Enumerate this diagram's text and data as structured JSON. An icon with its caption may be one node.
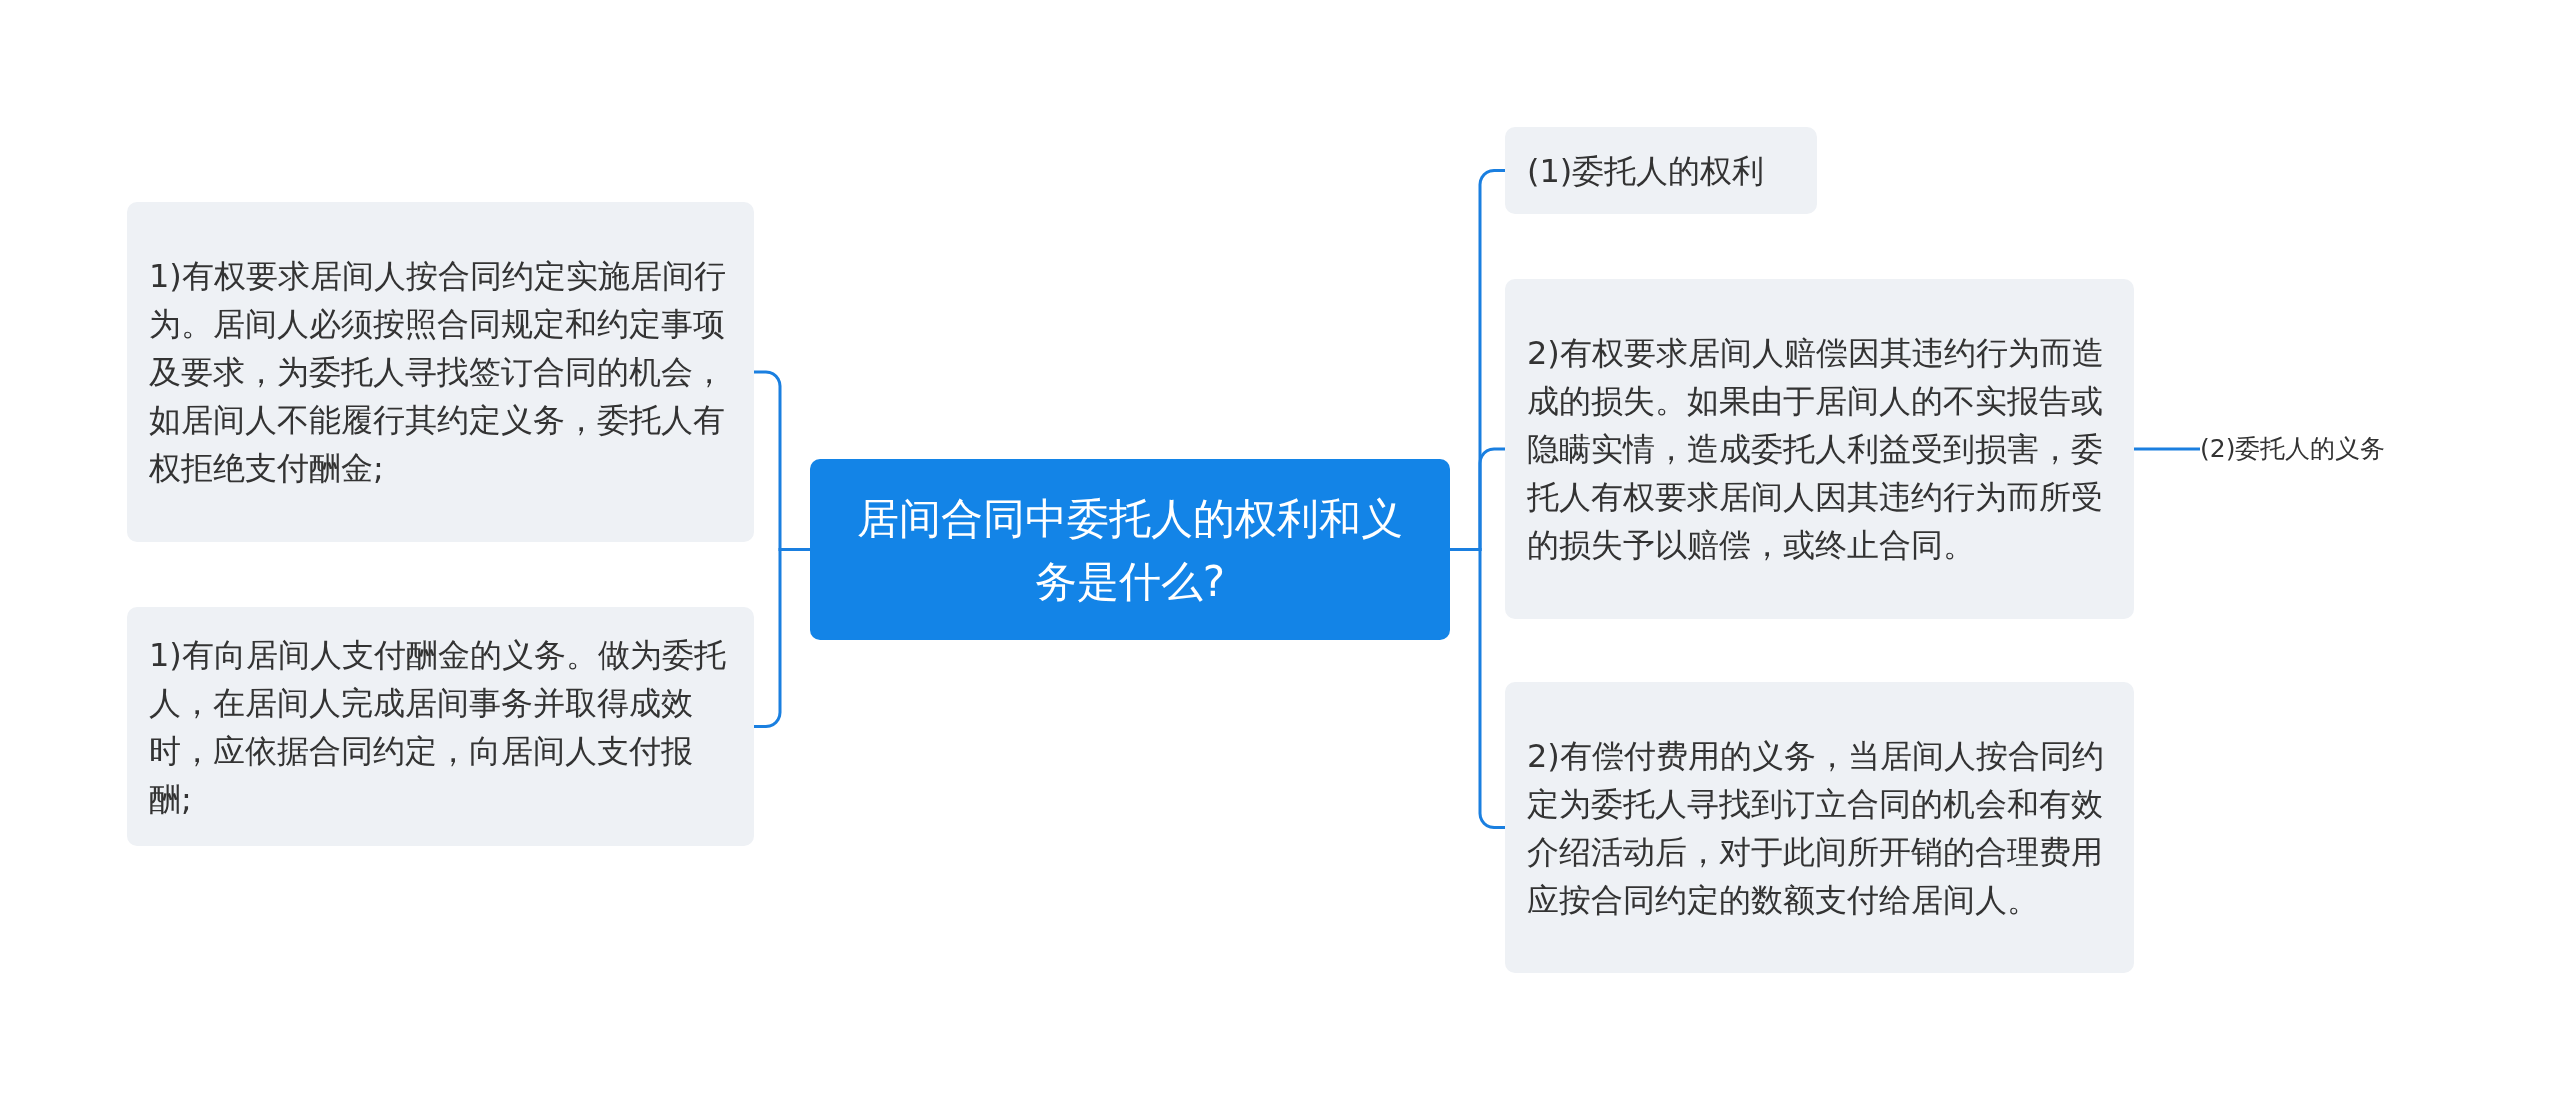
{
  "diagram": {
    "nodes": [
      {
        "text": [
          "居间合同中委托人的权利和义务是什么?"
        ]
      },
      {
        "text": [
          "1)有权要求居间人按合同约定实施居间行为。居间人必须按照合同规定和约定事项及要求，为委托人寻找签订合同的机会，如居间人不能履行其约定义务，委托人有权拒绝支付酬金;"
        ]
      },
      {
        "text": [
          "1)有向居间人支付酬金的义务。做为委托人，在居间人完成居间事务并取得成效时，应依据合同约定，向居间人支付报酬;"
        ]
      },
      {
        "text": [
          "(1)委托人的权利"
        ]
      },
      {
        "text": [
          "2)有权要求居间人赔偿因其违约行为而造成的损失。如果由于居间人的不实报告或隐瞒实情，造成委托人利益受到损害，委托人有权要求居间人因其违约行为而所受的损失予以赔偿，或终止合同。"
        ]
      },
      {
        "text": [
          "2)有偿付费用的义务，当居间人按合同约定为委托人寻找到订立合同的机会和有效介绍活动后，对于此间所开销的合理费用应按合同约定的数额支付给居间人。"
        ]
      },
      {
        "text": [
          "(2)委托人的义务"
        ]
      }
    ],
    "edges": [
      {
        "from": 0,
        "to": 1,
        "arrow": "none"
      },
      {
        "from": 0,
        "to": 2,
        "arrow": "none"
      },
      {
        "from": 0,
        "to": 3,
        "arrow": "none"
      },
      {
        "from": 0,
        "to": 4,
        "arrow": "none"
      },
      {
        "from": 0,
        "to": 5,
        "arrow": "none"
      },
      {
        "from": 4,
        "to": 6,
        "arrow": "none"
      }
    ]
  }
}
